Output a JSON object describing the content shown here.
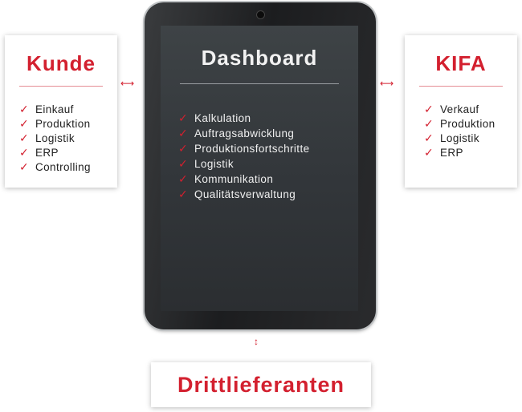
{
  "kunde": {
    "title": "Kunde",
    "items": [
      "Einkauf",
      "Produktion",
      "Logistik",
      "ERP",
      "Controlling"
    ]
  },
  "dashboard": {
    "title": "Dashboard",
    "items": [
      "Kalkulation",
      "Auftragsabwicklung",
      "Produktionsfortschritte",
      "Logistik",
      "Kommunikation",
      "Qualitätsverwaltung"
    ]
  },
  "kifa": {
    "title": "KIFA",
    "items": [
      "Verkauf",
      "Produktion",
      "Logistik",
      "ERP"
    ]
  },
  "dritt": {
    "title": "Drittlieferanten"
  },
  "icons": {
    "check": "✓",
    "arrow_h": "⟷",
    "arrow_v": "↕"
  },
  "colors": {
    "accent": "#d3202f",
    "tablet_body": "#1c1d1f",
    "screen": "#3a3e41"
  }
}
